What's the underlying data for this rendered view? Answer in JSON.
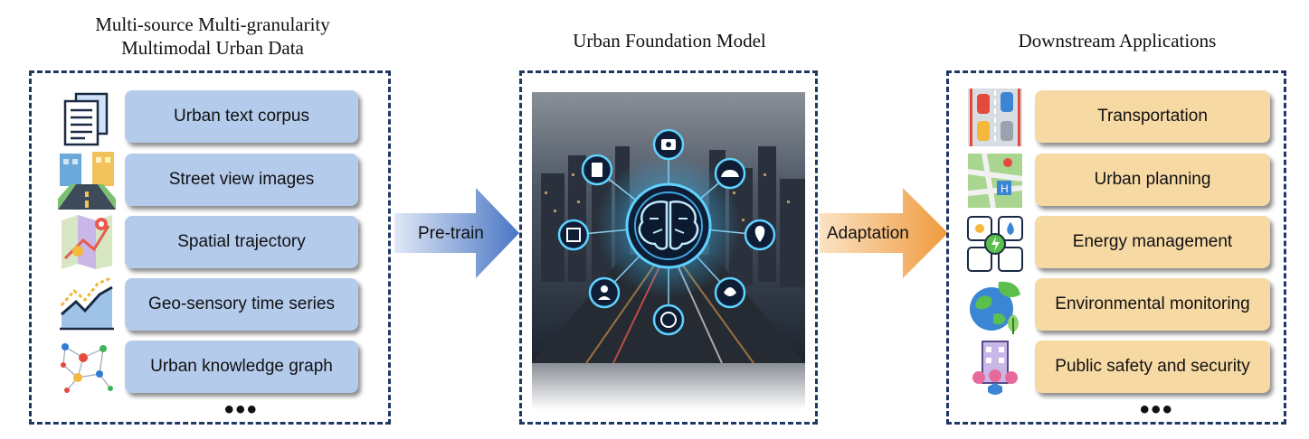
{
  "titles": {
    "left": "Multi-source Multi-granularity\nMultimodal Urban Data",
    "left_line1": "Multi-source Multi-granularity",
    "left_line2": "Multimodal Urban Data",
    "middle": "Urban Foundation Model",
    "right": "Downstream Applications"
  },
  "data_sources": [
    {
      "label": "Urban text corpus",
      "icon": "document-icon"
    },
    {
      "label": "Street view images",
      "icon": "street-view-icon"
    },
    {
      "label": "Spatial trajectory",
      "icon": "map-trajectory-icon"
    },
    {
      "label": "Geo-sensory time series",
      "icon": "time-series-icon"
    },
    {
      "label": "Urban knowledge graph",
      "icon": "knowledge-graph-icon"
    }
  ],
  "applications": [
    {
      "label": "Transportation",
      "icon": "traffic-cars-icon"
    },
    {
      "label": "Urban planning",
      "icon": "city-map-icon"
    },
    {
      "label": "Energy management",
      "icon": "energy-icon"
    },
    {
      "label": "Environmental monitoring",
      "icon": "earth-leaf-icon"
    },
    {
      "label": "Public safety and security",
      "icon": "safety-buildings-icon"
    }
  ],
  "arrows": {
    "pretrain": "Pre-train",
    "adaptation": "Adaptation"
  },
  "ellipsis": "•••",
  "colors": {
    "panel_border": "#1f3864",
    "data_box": "#b4cbec",
    "app_box": "#f7d9a4",
    "pretrain_arrow": "#4a76c4",
    "adaptation_arrow": "#ef9a3c"
  }
}
